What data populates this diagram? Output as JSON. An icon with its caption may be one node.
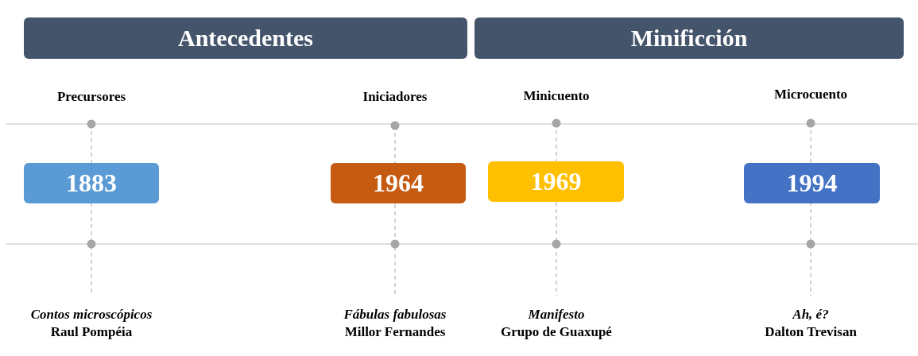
{
  "diagram": {
    "nodes": [
      {
        "text": [
          "Antecedentes"
        ]
      },
      {
        "text": [
          "Minificción"
        ]
      },
      {
        "text": [
          "1883"
        ],
        "beside": [
          "Contos microscópicos",
          "Raul Pompéia"
        ]
      },
      {
        "text": [
          "1964"
        ],
        "beside": [
          "Fábulas fabulosas",
          "Millor Fernandes"
        ]
      },
      {
        "text": [
          "1969"
        ],
        "beside": [
          "Manifesto",
          "Grupo de Guaxupé"
        ]
      },
      {
        "text": [
          "1994"
        ],
        "beside": [
          "Ah, é?",
          "Dalton Trevisan"
        ]
      }
    ],
    "edges": [],
    "labels": [
      "Precursores",
      "Iniciadores",
      "Minicuento",
      "Microcuento"
    ]
  }
}
